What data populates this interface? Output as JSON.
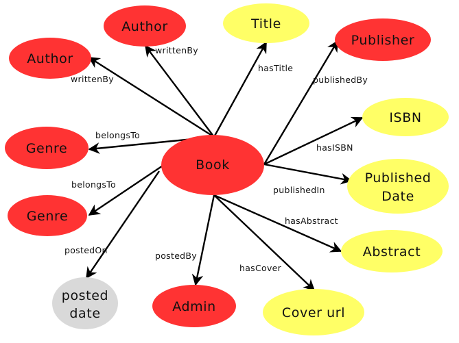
{
  "colors": {
    "entity_fill": "#FF3333",
    "literal_fill": "#FFFF66",
    "date_fill": "#D9D9D9",
    "edge_stroke": "#000000"
  },
  "nodes": {
    "book": {
      "label": "Book",
      "kind": "entity"
    },
    "author_top": {
      "label": "Author",
      "kind": "entity"
    },
    "author_left": {
      "label": "Author",
      "kind": "entity"
    },
    "title": {
      "label": "Title",
      "kind": "literal"
    },
    "publisher": {
      "label": "Publisher",
      "kind": "entity"
    },
    "isbn": {
      "label": "ISBN",
      "kind": "literal"
    },
    "published_date": {
      "label": "Published Date",
      "line1": "Published",
      "line2": "Date",
      "kind": "literal"
    },
    "genre_top": {
      "label": "Genre",
      "kind": "entity"
    },
    "genre_bottom": {
      "label": "Genre",
      "kind": "entity"
    },
    "abstract": {
      "label": "Abstract",
      "kind": "literal"
    },
    "posted_date": {
      "label": "posted date",
      "line1": "posted",
      "line2": "date",
      "kind": "date"
    },
    "admin": {
      "label": "Admin",
      "kind": "entity"
    },
    "cover_url": {
      "label": "Cover url",
      "kind": "literal"
    }
  },
  "edges": [
    {
      "from": "book",
      "to": "author_top",
      "label": "writtenBy"
    },
    {
      "from": "book",
      "to": "author_left",
      "label": "writtenBy"
    },
    {
      "from": "book",
      "to": "title",
      "label": "hasTitle"
    },
    {
      "from": "book",
      "to": "publisher",
      "label": "publishedBy"
    },
    {
      "from": "book",
      "to": "isbn",
      "label": "hasISBN"
    },
    {
      "from": "book",
      "to": "published_date",
      "label": "publishedIn"
    },
    {
      "from": "book",
      "to": "genre_top",
      "label": "belongsTo"
    },
    {
      "from": "book",
      "to": "genre_bottom",
      "label": "belongsTo"
    },
    {
      "from": "book",
      "to": "abstract",
      "label": "hasAbstract"
    },
    {
      "from": "book",
      "to": "posted_date",
      "label": "postedOn"
    },
    {
      "from": "book",
      "to": "admin",
      "label": "postedBy"
    },
    {
      "from": "book",
      "to": "cover_url",
      "label": "hasCover"
    }
  ]
}
